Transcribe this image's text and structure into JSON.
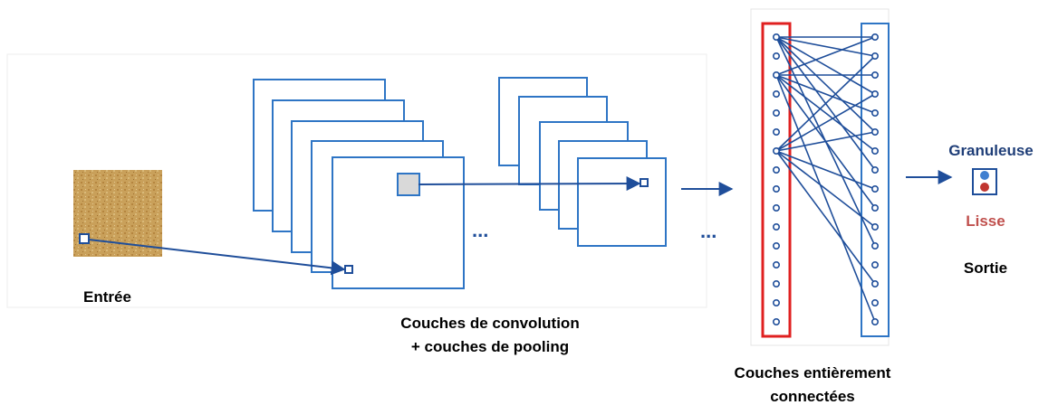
{
  "labels": {
    "input": "Entrée",
    "conv_line1": "Couches de convolution",
    "conv_line2": "+ couches de pooling",
    "fc_line1": "Couches entièrement",
    "fc_line2": "connectées",
    "output_top": "Granuleuse",
    "output_bottom": "Lisse",
    "output_caption": "Sortie",
    "ellipsis": "..."
  },
  "colors": {
    "blue": "#1F4E9A",
    "frame_blue": "#2E75C5",
    "red": "#E02020",
    "output_top": "#1F3E78",
    "output_bottom": "#C0504D",
    "dot_blue": "#3F7FD0",
    "dot_red": "#C03530",
    "texture_base": "#C9A05A"
  },
  "counts": {
    "neurons_per_column": 16,
    "conv_stack_1": 5,
    "conv_stack_2": 5
  }
}
